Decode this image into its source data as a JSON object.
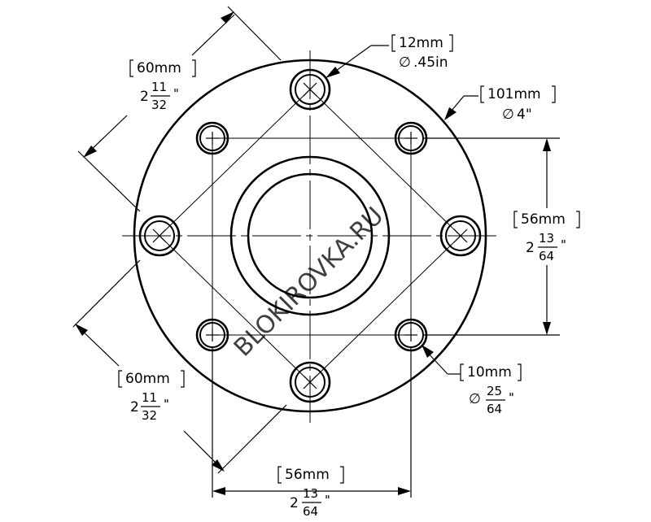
{
  "watermark": "BLOKIROVKA.RU",
  "dims": {
    "bolt_hole": {
      "metric": "12mm",
      "imperial": ".45in",
      "diam_symbol": "∅"
    },
    "flange": {
      "metric": "101mm",
      "imperial": "4\"",
      "diam_symbol": "∅"
    },
    "diag_top": {
      "metric": "60mm",
      "whole": "2",
      "num": "11",
      "den": "32",
      "inch": "\""
    },
    "diag_bottom": {
      "metric": "60mm",
      "whole": "2",
      "num": "11",
      "den": "32",
      "inch": "\""
    },
    "vertical": {
      "metric": "56mm",
      "whole": "2",
      "num": "13",
      "den": "64",
      "inch": "\""
    },
    "horizontal": {
      "metric": "56mm",
      "whole": "2",
      "num": "13",
      "den": "64",
      "inch": "\""
    },
    "small_hole": {
      "metric": "10mm",
      "diam_symbol": "∅",
      "num": "25",
      "den": "64",
      "inch": "\""
    }
  },
  "colors": {
    "line": "#000000",
    "watermark": "#6ee06e",
    "background": "#ffffff"
  }
}
